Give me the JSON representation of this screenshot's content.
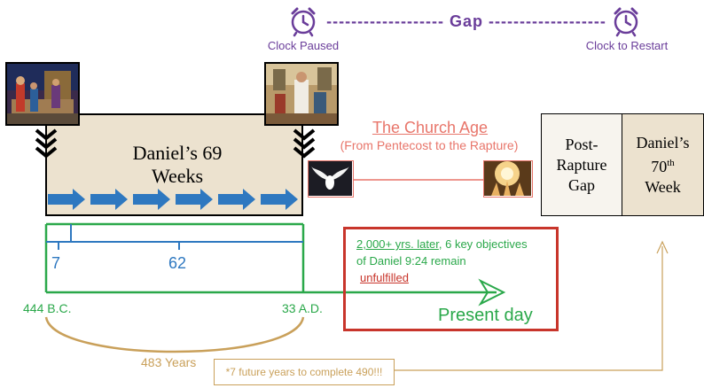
{
  "gap": {
    "label": "Gap",
    "clock_paused": "Clock Paused",
    "clock_restart": "Clock to Restart"
  },
  "daniel69": {
    "line1": "Daniel’s 69",
    "line2": "Weeks"
  },
  "church_age": {
    "title": "The Church Age",
    "subtitle": "(From Pentecost to the Rapture)"
  },
  "post_rapture": {
    "line1": "Post-",
    "line2": "Rapture",
    "line3": "Gap"
  },
  "week70": {
    "line1": "Daniel’s",
    "line2_main": "70",
    "line2_sup": "th",
    "line3": "Week"
  },
  "timeline": {
    "seven": "7",
    "sixty_two": "62",
    "start": "444 B.C.",
    "end": "33 A.D.",
    "present": "Present day",
    "years": "483 Years"
  },
  "objectives": {
    "part1": "2,000+ yrs. later",
    "part2": ", 6 key objectives",
    "line2": "of Daniel 9:24 remain",
    "line3": "unfulfilled"
  },
  "note": "*7 future years to complete 490!!!",
  "colors": {
    "purple": "#6a3d9a",
    "green": "#2aa84a",
    "blue": "#2e78c0",
    "gold": "#c9a05a",
    "red": "#c8352b",
    "salmon": "#e8756a",
    "tan": "#ece2cf"
  }
}
